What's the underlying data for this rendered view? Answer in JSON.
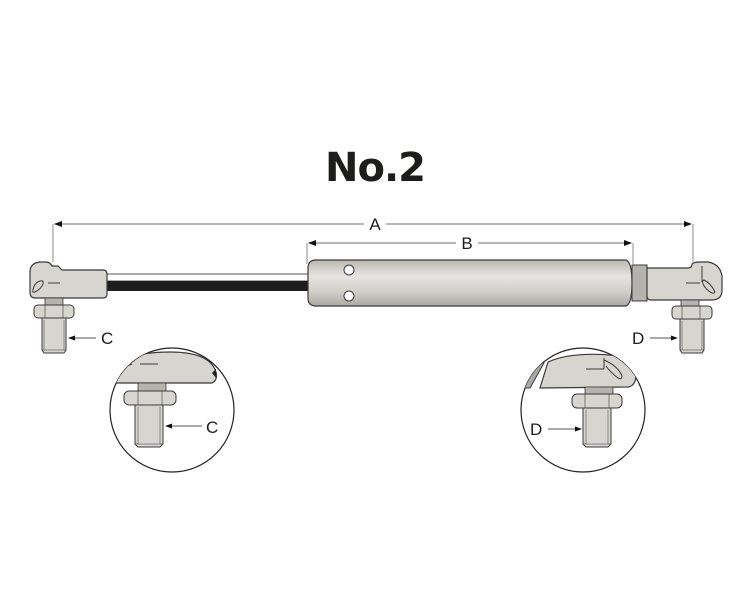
{
  "title": "No.2",
  "dimensions": {
    "A": "A",
    "B": "B",
    "C": "C",
    "D": "D"
  },
  "detail_views": {
    "left": {
      "label": "C"
    },
    "right": {
      "label": "D"
    }
  },
  "colors": {
    "metal_light": "#d6d5d0",
    "metal_mid": "#b4b3ae",
    "outline": "#3a3a3a",
    "rod_dark": "#1e1e1e",
    "dimension_line": "#8c8c8c",
    "text": "#1d1d1b"
  }
}
